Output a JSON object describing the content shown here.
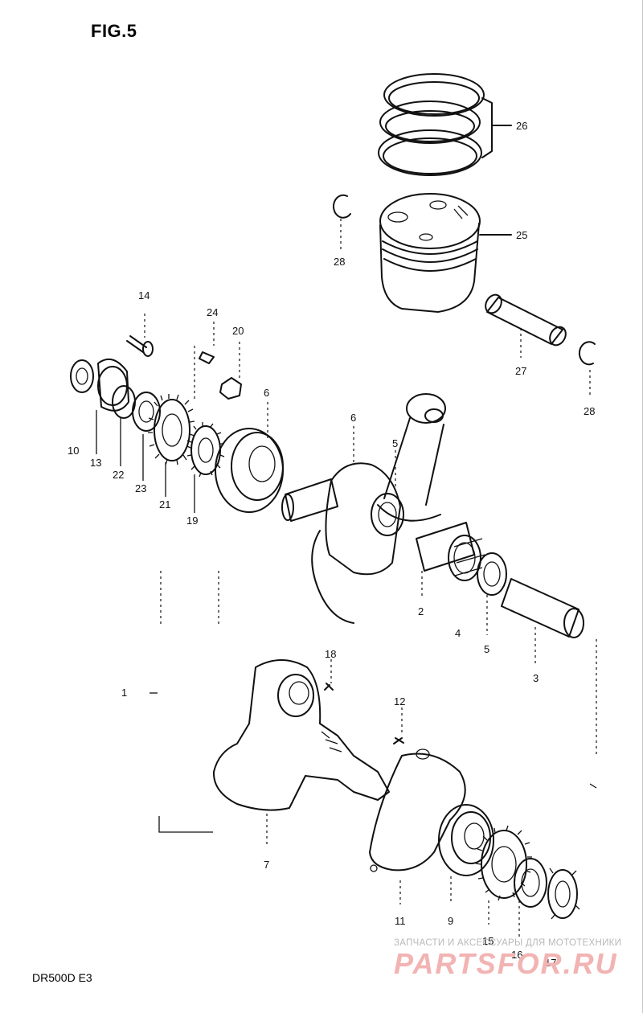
{
  "figure": {
    "title": "FIG.5",
    "model": "DR500D  E3"
  },
  "watermark": {
    "line1": "ЗАПЧАСТИ И АКСЕССУАРЫ ДЛЯ МОТОТЕХНИКИ",
    "line2": "PARTSFOR.RU"
  },
  "callouts": {
    "c26": "26",
    "c25": "25",
    "c28a": "28",
    "c27": "27",
    "c28b": "28",
    "c14": "14",
    "c24": "24",
    "c20": "20",
    "c6a": "6",
    "c6b": "6",
    "c5a": "5",
    "c10": "10",
    "c13": "13",
    "c22": "22",
    "c23": "23",
    "c21": "21",
    "c19": "19",
    "c2": "2",
    "c4": "4",
    "c5b": "5",
    "c3": "3",
    "c18": "18",
    "c12": "12",
    "c1": "1",
    "c7": "7",
    "c11": "11",
    "c9": "9",
    "c15": "15",
    "c16": "16",
    "c17": "17"
  },
  "icons": {
    "piston_rings": "piston-rings-icon",
    "piston": "piston-icon",
    "piston_pin": "piston-pin-icon",
    "circlip": "circlip-icon",
    "crank_right": "crankshaft-right-half-icon",
    "crank_left": "crankshaft-left-half-icon",
    "conrod": "connecting-rod-icon",
    "bearing": "bearing-icon",
    "gear": "gear-icon"
  }
}
